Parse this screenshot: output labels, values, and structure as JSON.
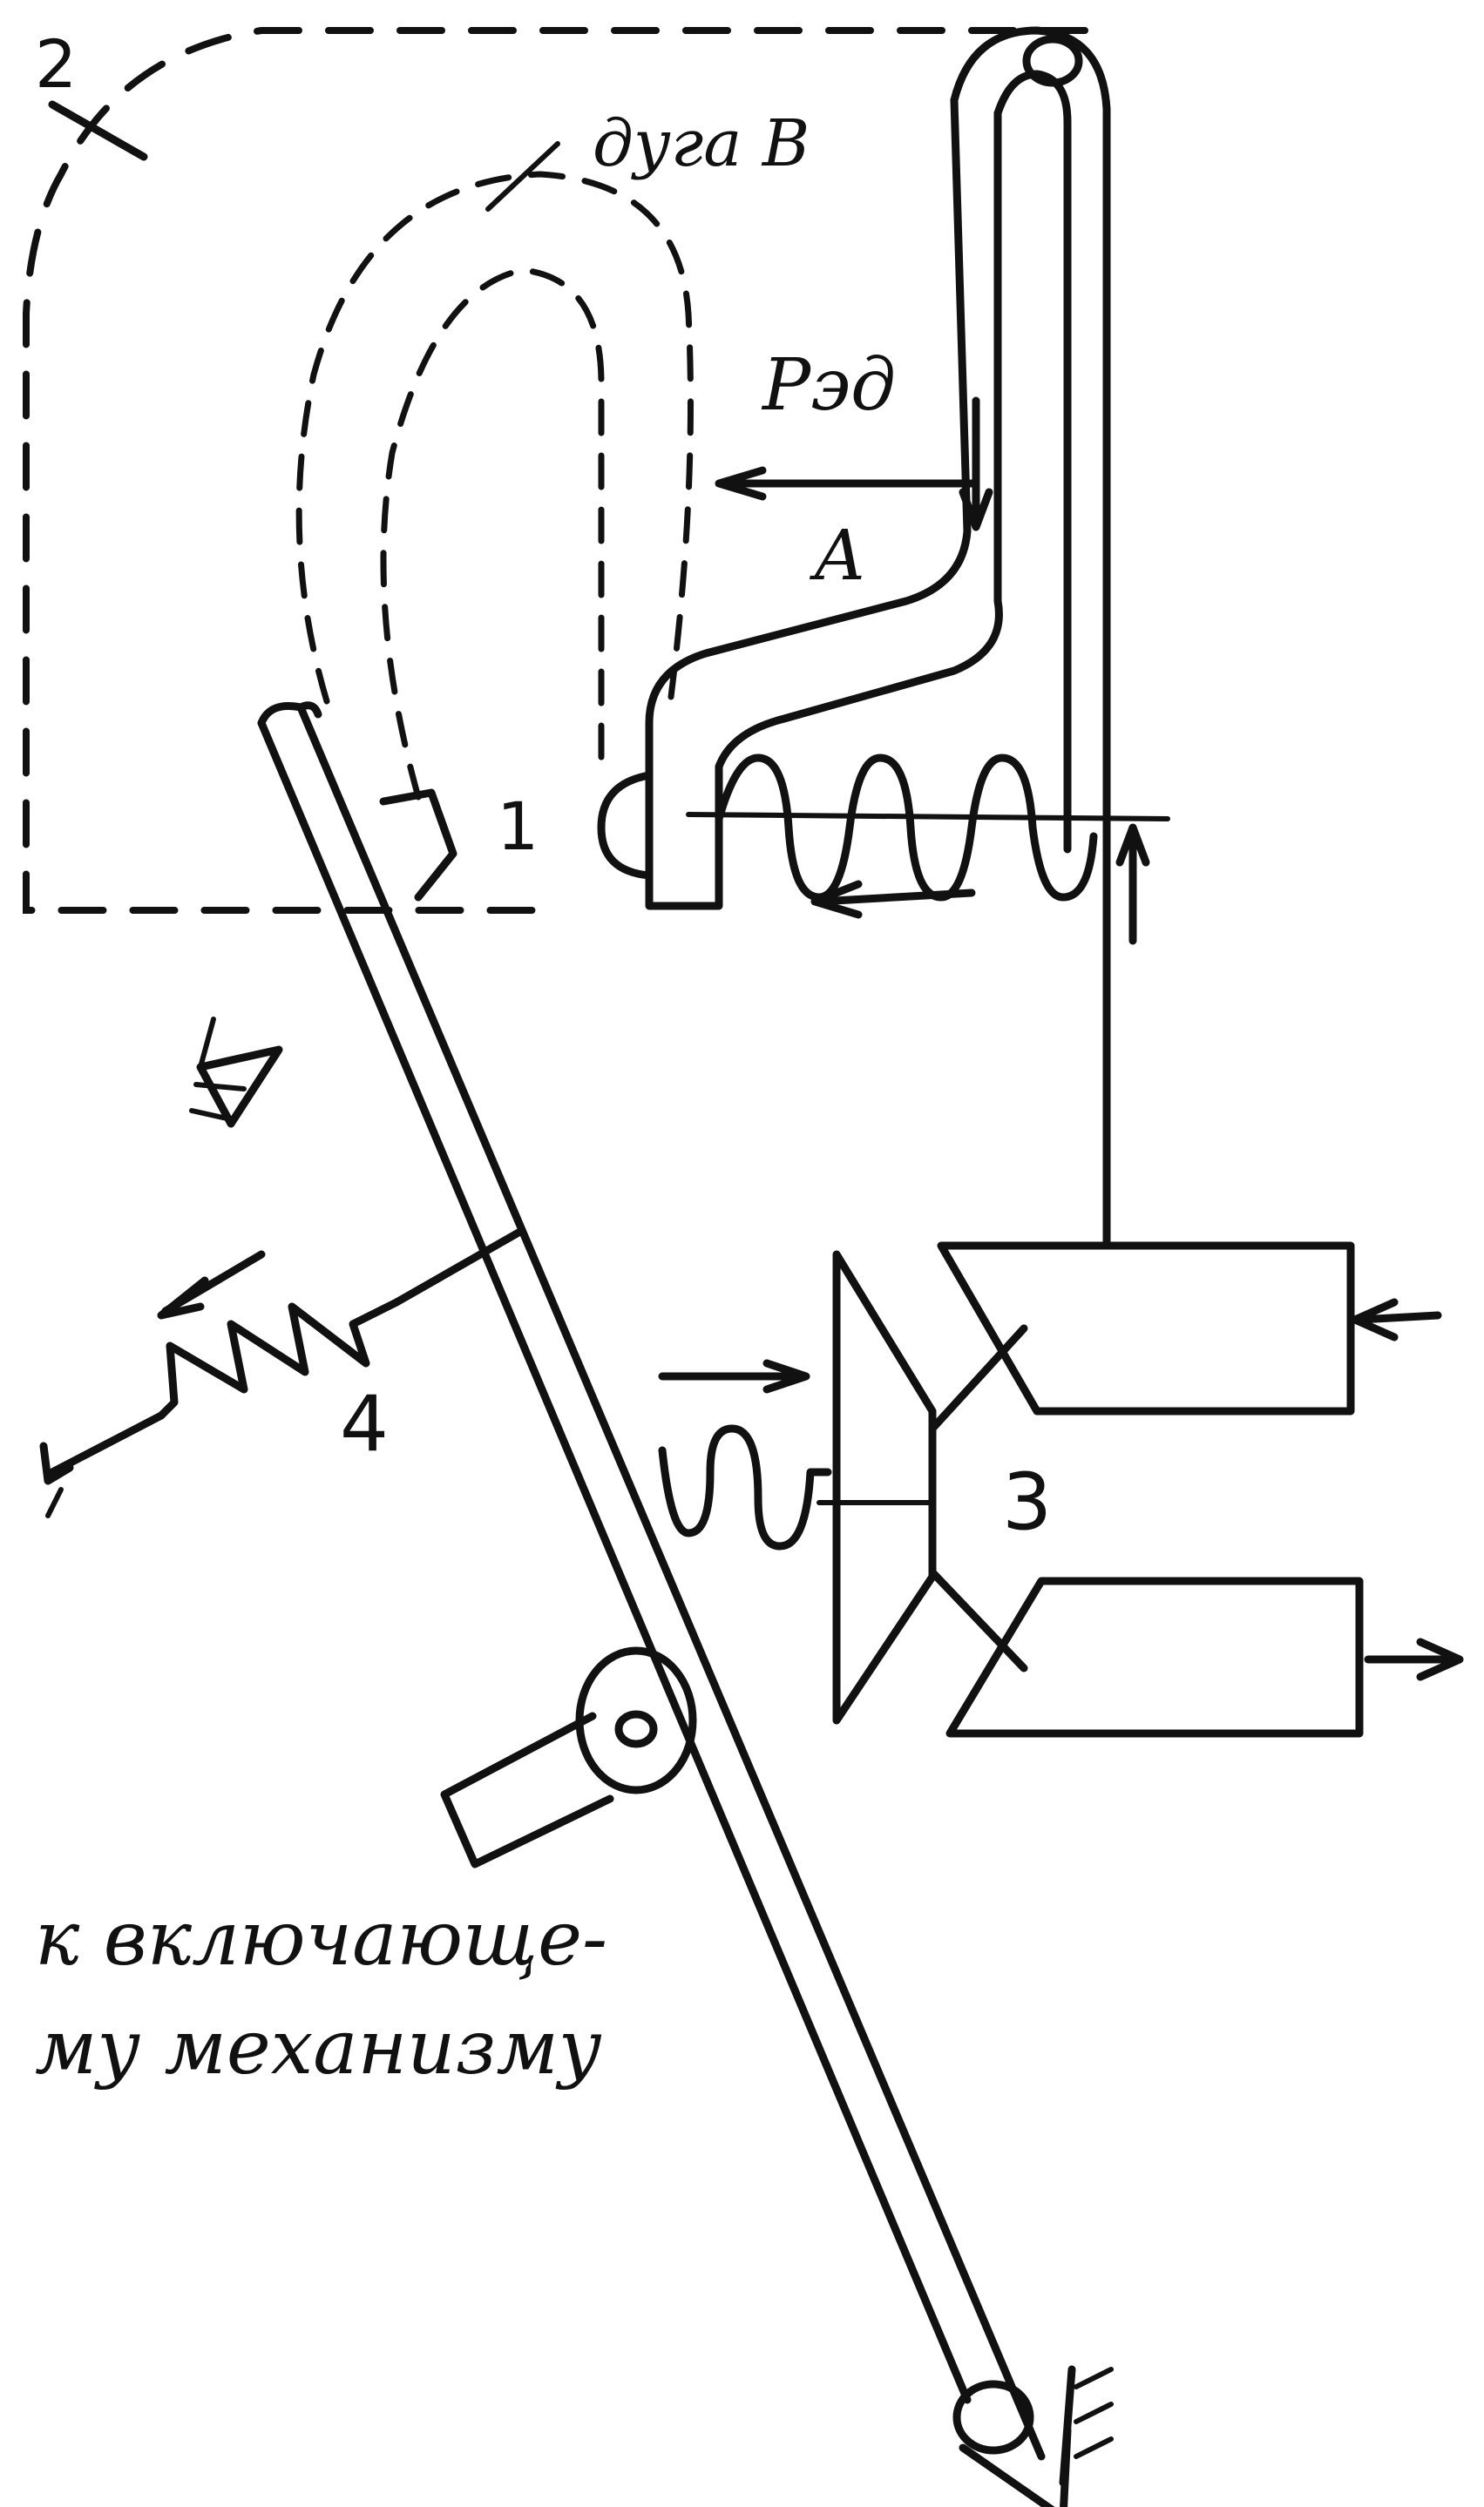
{
  "labels": {
    "arc": "дуга В",
    "force": "Рэд",
    "point_a": "A",
    "n1": "1",
    "n2": "2",
    "n3": "3",
    "n4": "4",
    "caption_line1": "к включающе-",
    "caption_line2": "му механизму"
  }
}
